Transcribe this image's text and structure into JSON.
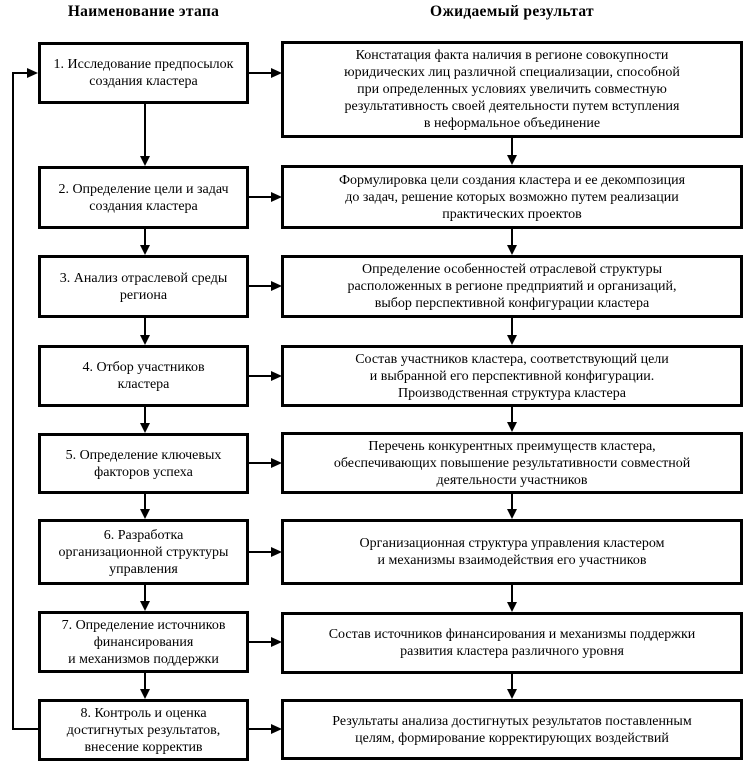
{
  "title_row": {
    "left": "Наименование этапа",
    "right": "Ожидаемый результат"
  },
  "colors": {
    "background": "#ffffff",
    "border": "#000000",
    "text": "#000000"
  },
  "stages": [
    {
      "name": "1. Исследование предпосылок\nсоздания кластера",
      "result": "Констатация факта наличия в регионе совокупности\nюридических лиц различной специализации, способной\nпри определенных условиях увеличить совместную\nрезультативность своей деятельности путем вступления\nв неформальное объединение"
    },
    {
      "name": "2. Определение цели и задач\nсоздания кластера",
      "result": "Формулировка цели создания кластера и ее декомпозиция\nдо задач, решение которых возможно путем реализации\nпрактических проектов"
    },
    {
      "name": "3. Анализ отраслевой среды\nрегиона",
      "result": "Определение особенностей отраслевой структуры\nрасположенных в регионе предприятий и организаций,\nвыбор перспективной конфигурации кластера"
    },
    {
      "name": "4. Отбор участников\nкластера",
      "result": "Состав участников кластера, соответствующий цели\nи выбранной его перспективной конфигурации.\nПроизводственная структура кластера"
    },
    {
      "name": "5. Определение ключевых\nфакторов успеха",
      "result": "Перечень конкурентных преимуществ кластера,\nобеспечивающих повышение результативности совместной\nдеятельности участников"
    },
    {
      "name": "6. Разработка\nорганизационной структуры\nуправления",
      "result": "Организационная структура управления кластером\nи механизмы взаимодействия его участников"
    },
    {
      "name": "7. Определение источников\nфинансирования\nи механизмов поддержки",
      "result": "Состав источников финансирования и механизмы поддержки\nразвития кластера различного уровня"
    },
    {
      "name": "8. Контроль и оценка\nдостигнутых результатов,\nвнесение корректив",
      "result": "Результаты анализа достигнутых результатов поставленным\nцелям, формирование корректирующих воздействий"
    }
  ]
}
